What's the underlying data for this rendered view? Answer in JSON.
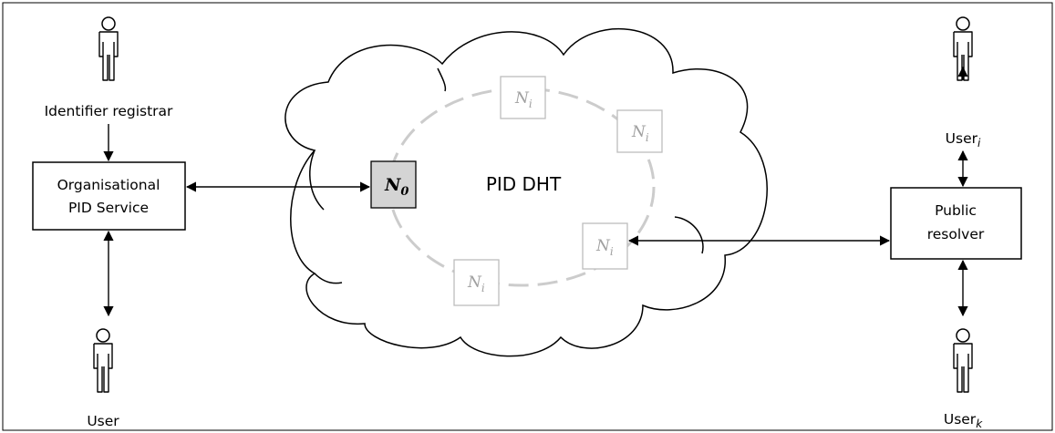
{
  "diagram": {
    "actors": {
      "registrar": "Identifier registrar",
      "user_left": "User",
      "user_i": {
        "base": "User",
        "sub": "i"
      },
      "user_k": {
        "base": "User",
        "sub": "k"
      }
    },
    "boxes": {
      "org_service_line1": "Organisational",
      "org_service_line2": "PID Service",
      "public_resolver_line1": "Public",
      "public_resolver_line2": "resolver"
    },
    "dht": {
      "label": "PID DHT",
      "n0": {
        "base": "N",
        "sub": "0"
      },
      "ni": {
        "base": "N",
        "sub": "i"
      }
    },
    "colors": {
      "n0_fill": "#d4d4d4",
      "ni_stroke": "#bdbdbd",
      "ni_text": "#a0a0a0",
      "ring": "#cccccc",
      "line": "#000000"
    }
  }
}
